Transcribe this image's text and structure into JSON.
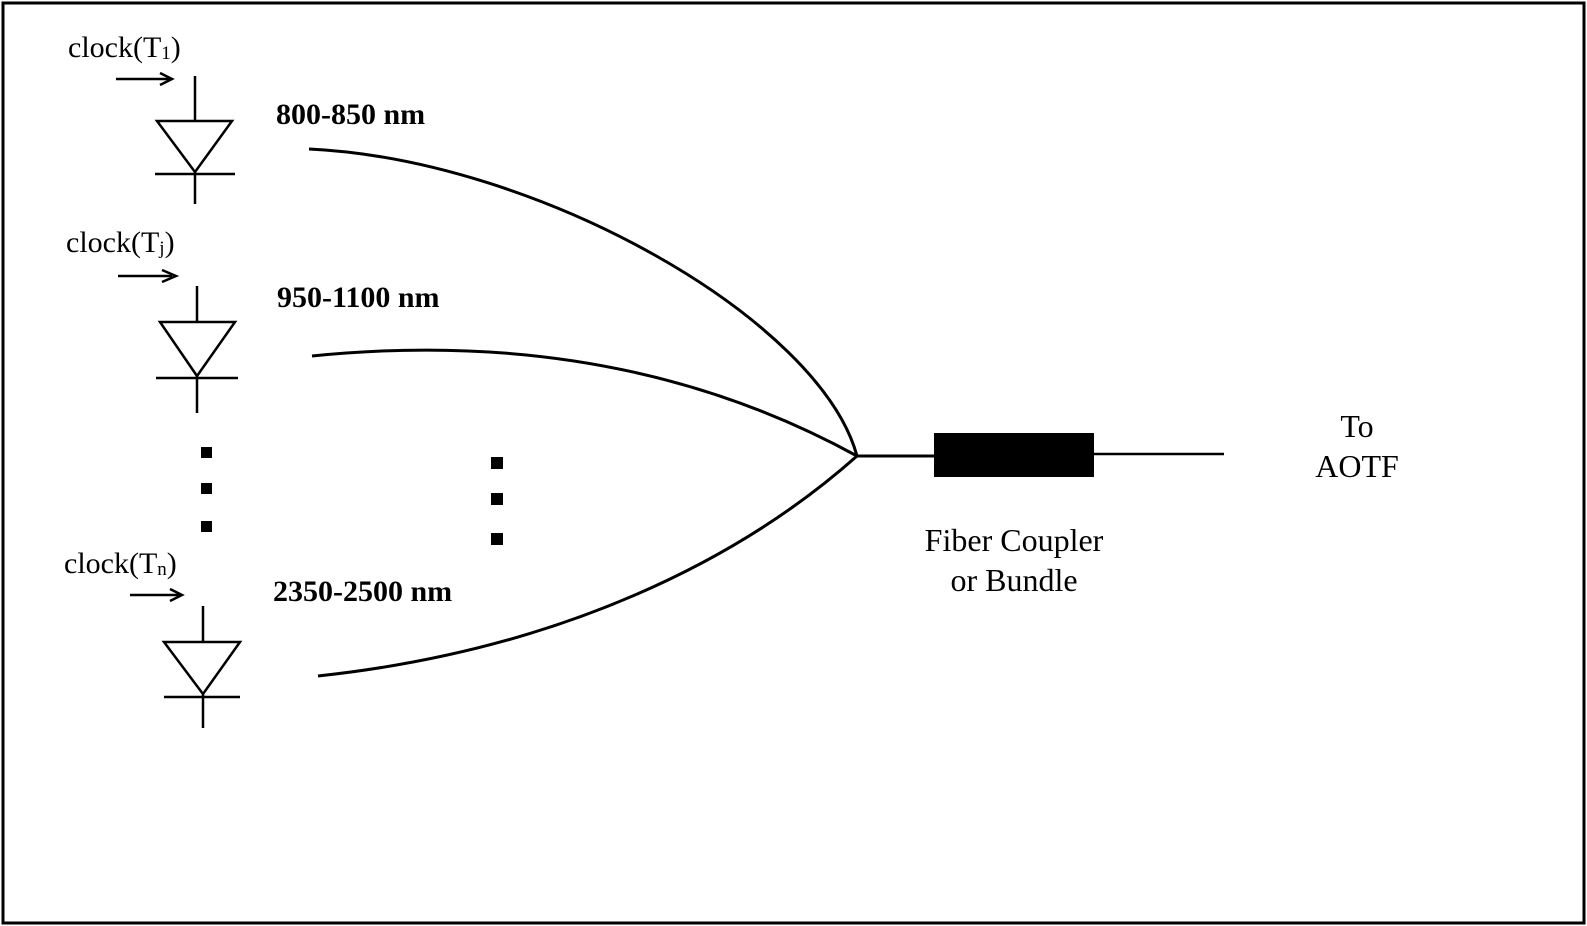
{
  "sources": [
    {
      "clock_prefix": "clock(T",
      "clock_sub": "1",
      "clock_suffix": ")",
      "band": "800-850 nm"
    },
    {
      "clock_prefix": "clock(T",
      "clock_sub": "j",
      "clock_suffix": ")",
      "band": "950-1100 nm"
    },
    {
      "clock_prefix": "clock(T",
      "clock_sub": "n",
      "clock_suffix": ")",
      "band": "2350-2500 nm"
    }
  ],
  "coupler": {
    "label_line1": "Fiber Coupler",
    "label_line2": "or Bundle"
  },
  "output": {
    "label_line1": "To",
    "label_line2": "AOTF"
  },
  "colors": {
    "ink": "#000000",
    "background": "#ffffff"
  }
}
